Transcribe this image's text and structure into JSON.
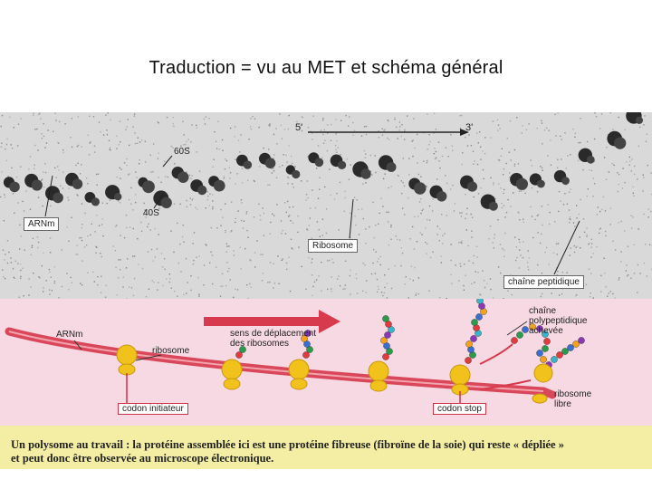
{
  "title": "Traduction = vu au MET et schéma général",
  "micrograph": {
    "label_5prime": "5'",
    "label_3prime": "3'",
    "label_60s": "60S",
    "label_40s": "40S",
    "label_arnm": "ARNm",
    "label_ribosome": "Ribosome",
    "label_chaine": "chaîne peptidique"
  },
  "schema": {
    "label_arnm": "ARNm",
    "label_ribosome": "ribosome",
    "label_sens_line1": "sens de déplacement",
    "label_sens_line2": "des ribosomes",
    "label_chaine_line1": "chaîne",
    "label_chaine_line2": "polypeptidique",
    "label_chaine_line3": "achevée",
    "label_libre_line1": "ribosome",
    "label_libre_line2": "libre",
    "label_codon_init": "codon initiateur",
    "label_codon_stop": "codon stop",
    "colors": {
      "mrna": "#d9485a",
      "ribosome": "#f2c21c",
      "arrow": "#d63a4c",
      "beads": [
        "#e23b3b",
        "#2b9a4a",
        "#3a6fd1",
        "#f2a31b",
        "#8a3ab9",
        "#3bb3c9"
      ]
    }
  },
  "caption": {
    "line1": "Un polysome au travail : la protéine assemblée ici est une protéine fibreuse (fibroïne de la soie) qui reste « dépliée »",
    "line2": "et peut donc être observée au microscope électronique."
  }
}
